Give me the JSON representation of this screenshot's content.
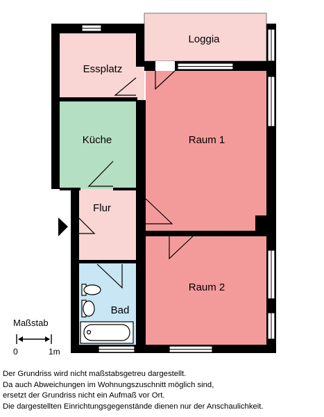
{
  "rooms": {
    "loggia": "Loggia",
    "essplatz": "Essplatz",
    "kueche": "Küche",
    "raum1": "Raum 1",
    "flur": "Flur",
    "bad": "Bad",
    "raum2": "Raum 2"
  },
  "scale": {
    "title": "Maßstab",
    "start": "0",
    "end": "1m"
  },
  "notes": [
    "Der Grundriss wird nicht maßstabsgetreu dargestellt.",
    "Da auch Abweichungen im Wohnungszuschnitt möglich sind,",
    "ersetzt der Grundriss nicht ein Aufmaß vor Ort.",
    "Die dargestellten Einrichtungsgegenstände dienen nur der Anschaulichkeit."
  ],
  "colors": {
    "wall": "#000000",
    "living": "#f39b9b",
    "light": "#f9d5d4",
    "kitchen": "#b5dfc3",
    "bath": "#c8e6f4",
    "window": "#ffffff"
  }
}
